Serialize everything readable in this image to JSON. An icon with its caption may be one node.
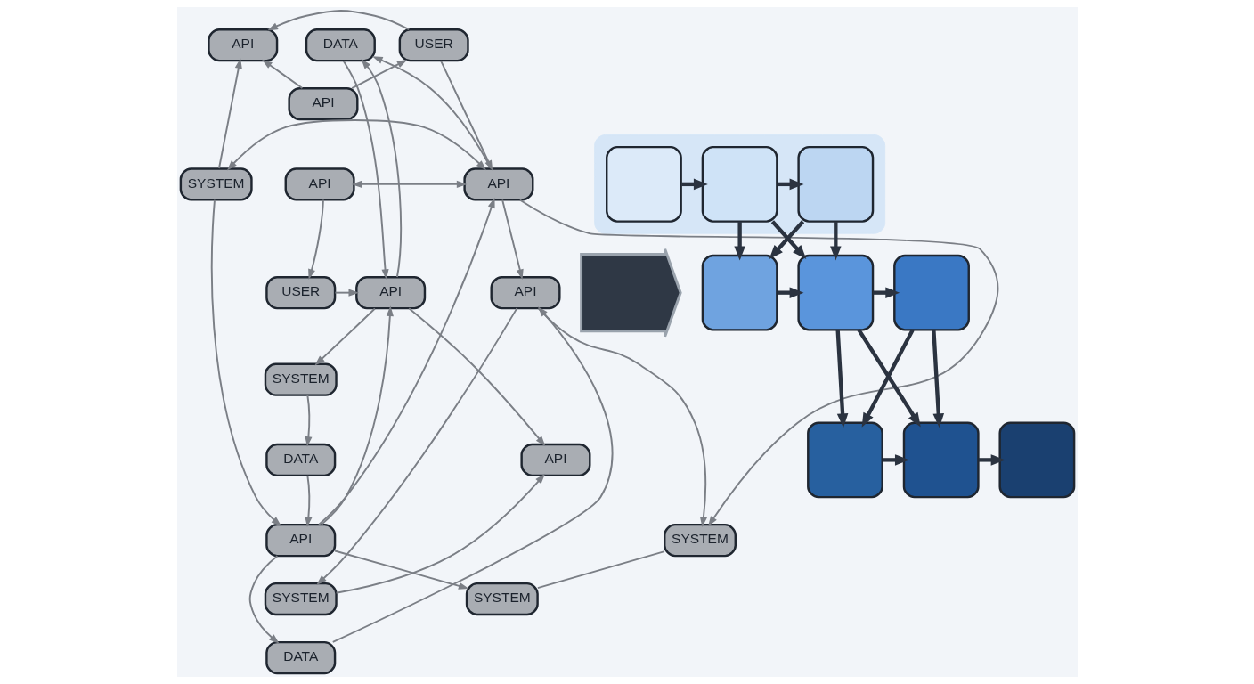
{
  "diagram": {
    "nodes": [
      {
        "text": [
          "DATA"
        ]
      },
      {
        "text": [
          "USER"
        ]
      },
      {
        "text": [
          "API"
        ]
      },
      {
        "text": [
          "API"
        ]
      },
      {
        "text": [
          "API"
        ]
      },
      {
        "text": [
          "API"
        ]
      },
      {
        "text": [
          "SYSTEM"
        ]
      },
      {
        "text": [
          "USER"
        ]
      },
      {
        "text": [
          "API"
        ]
      },
      {
        "text": [
          "API"
        ]
      },
      {
        "text": [
          "SYSTEM"
        ]
      },
      {
        "text": [
          "DATA"
        ]
      },
      {
        "text": [
          "API"
        ]
      },
      {
        "text": [
          "API"
        ]
      },
      {
        "text": [
          "SYSTEM"
        ]
      },
      {
        "text": [
          "SYSTEM"
        ]
      },
      {
        "text": [
          "SYSTEM"
        ]
      },
      {
        "text": [
          "DATA"
        ]
      },
      {
        "text": [],
        "shape": "box"
      },
      {
        "text": [],
        "shape": "box",
        "in": 18
      },
      {
        "text": [],
        "shape": "box",
        "in": 18
      },
      {
        "text": [],
        "shape": "box",
        "in": 18
      },
      {
        "text": [],
        "shape": "box"
      },
      {
        "text": [],
        "shape": "box"
      },
      {
        "text": [],
        "shape": "box"
      },
      {
        "text": [],
        "shape": "box"
      },
      {
        "text": [],
        "shape": "box"
      },
      {
        "text": [],
        "shape": "box"
      },
      {
        "text": [],
        "shape": "arrow"
      }
    ],
    "edges": [
      {
        "from": 5,
        "to": 0,
        "arrow": "to"
      },
      {
        "from": 8,
        "to": 0,
        "arrow": "to"
      },
      {
        "from": 3,
        "to": 1,
        "arrow": "to"
      },
      {
        "from": 1,
        "to": 2,
        "arrow": "to"
      },
      {
        "from": 3,
        "to": 2,
        "arrow": "to"
      },
      {
        "from": 6,
        "to": 2,
        "arrow": "to"
      },
      {
        "from": 4,
        "to": 5,
        "arrow": "both"
      },
      {
        "from": 5,
        "to": 6,
        "arrow": "both"
      },
      {
        "from": 1,
        "to": 5,
        "arrow": "to"
      },
      {
        "from": 4,
        "to": 7,
        "arrow": "to"
      },
      {
        "from": 0,
        "to": 8,
        "arrow": "to"
      },
      {
        "from": 7,
        "to": 8,
        "arrow": "to"
      },
      {
        "from": 13,
        "to": 8,
        "arrow": "to"
      },
      {
        "from": 13,
        "to": 5,
        "arrow": "to"
      },
      {
        "from": 5,
        "to": 9,
        "arrow": "to"
      },
      {
        "from": 8,
        "to": 10,
        "arrow": "to"
      },
      {
        "from": 10,
        "to": 11,
        "arrow": "to"
      },
      {
        "from": 11,
        "to": 13,
        "arrow": "to"
      },
      {
        "from": 6,
        "to": 13,
        "arrow": "to"
      },
      {
        "from": 8,
        "to": 12,
        "arrow": "to"
      },
      {
        "from": 9,
        "to": 14,
        "arrow": "to"
      },
      {
        "from": 5,
        "to": 14,
        "arrow": "to"
      },
      {
        "from": 15,
        "to": 12,
        "arrow": "to"
      },
      {
        "from": 9,
        "to": 15,
        "arrow": "to"
      },
      {
        "from": 13,
        "to": 16,
        "arrow": "to"
      },
      {
        "from": 14,
        "to": 16,
        "arrow": "none"
      },
      {
        "from": 13,
        "to": 17,
        "arrow": "to"
      },
      {
        "from": 17,
        "to": 9,
        "arrow": "to"
      },
      {
        "from": 19,
        "to": 20,
        "arrow": "to",
        "style": "thick",
        "color": "#2b3340"
      },
      {
        "from": 20,
        "to": 21,
        "arrow": "to",
        "style": "thick",
        "color": "#2b3340"
      },
      {
        "from": 20,
        "to": 22,
        "arrow": "to",
        "style": "thick",
        "color": "#2b3340"
      },
      {
        "from": 20,
        "to": 23,
        "arrow": "to",
        "style": "thick",
        "color": "#2b3340"
      },
      {
        "from": 21,
        "to": 22,
        "arrow": "to",
        "style": "thick",
        "color": "#2b3340"
      },
      {
        "from": 21,
        "to": 23,
        "arrow": "to",
        "style": "thick",
        "color": "#2b3340"
      },
      {
        "from": 22,
        "to": 23,
        "arrow": "to",
        "style": "thick",
        "color": "#2b3340"
      },
      {
        "from": 23,
        "to": 24,
        "arrow": "to",
        "style": "thick",
        "color": "#2b3340"
      },
      {
        "from": 23,
        "to": 25,
        "arrow": "to",
        "style": "thick",
        "color": "#2b3340"
      },
      {
        "from": 23,
        "to": 26,
        "arrow": "to",
        "style": "thick",
        "color": "#2b3340"
      },
      {
        "from": 24,
        "to": 25,
        "arrow": "to",
        "style": "thick",
        "color": "#2b3340"
      },
      {
        "from": 24,
        "to": 26,
        "arrow": "to",
        "style": "thick",
        "color": "#2b3340"
      },
      {
        "from": 25,
        "to": 26,
        "arrow": "to",
        "style": "thick",
        "color": "#2b3340"
      },
      {
        "from": 26,
        "to": 27,
        "arrow": "to",
        "style": "thick",
        "color": "#2b3340"
      }
    ]
  }
}
